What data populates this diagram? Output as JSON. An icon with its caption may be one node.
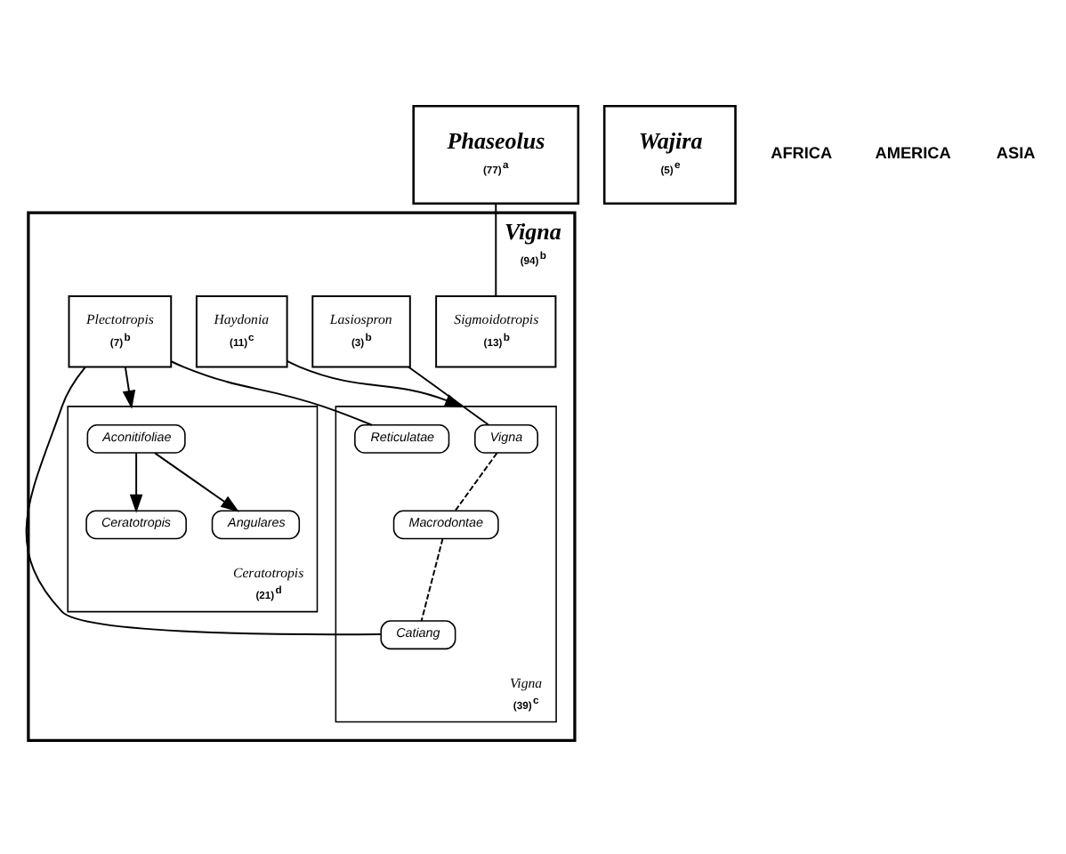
{
  "diagram": {
    "nodes": [
      {
        "text": [
          "Phaseolus",
          "(77)$^{a}$"
        ]
      },
      {
        "text": [
          "Vigna",
          "(94)$^{b}$"
        ]
      },
      {
        "text": [
          "Sigmoidotropis",
          "(13)$^{b}$"
        ],
        "in": 1
      },
      {
        "text": [
          "Lasiospron",
          "(3)$^{b}$"
        ],
        "in": 1
      },
      {
        "text": [
          "Vigna",
          "(39)$^{c}$"
        ],
        "in": 1
      },
      {
        "text": [
          "Vigna"
        ],
        "in": 4
      },
      {
        "text": [
          "Macrodontae"
        ],
        "in": 4
      },
      {
        "text": [
          "Catiang"
        ],
        "in": 4
      },
      {
        "text": [
          "Reticulatae"
        ],
        "in": 4
      },
      {
        "text": [
          "Haydonia",
          "(11)$^{c}$"
        ],
        "in": 1
      },
      {
        "text": [
          "Plectotropis",
          "(7)$^{b}$"
        ],
        "in": 1
      },
      {
        "text": [
          "Ceratotropis",
          "(21)$^{d}$"
        ],
        "in": 1
      },
      {
        "text": [
          "Aconitifoliae"
        ],
        "in": 11
      },
      {
        "text": [
          "Ceratotropis"
        ],
        "in": 11
      },
      {
        "text": [
          "Angulares"
        ],
        "in": 11
      },
      {
        "text": [
          "Wajira",
          "(5)$^{e}$"
        ]
      }
    ],
    "edges": [
      {
        "from": 0,
        "to": 2,
        "arrow": "none"
      },
      {
        "from": 3,
        "to": 5,
        "arrow": "none"
      },
      {
        "from": 5,
        "to": 6,
        "arrow": "none",
        "style": "dashed"
      },
      {
        "from": 6,
        "to": 7,
        "arrow": "none",
        "style": "dashed"
      },
      {
        "from": 9,
        "to": 4,
        "arrow": "to"
      },
      {
        "from": 10,
        "to": 7,
        "arrow": "none"
      },
      {
        "from": 10,
        "to": 8,
        "arrow": "none"
      },
      {
        "from": 10,
        "to": 11,
        "arrow": "to"
      },
      {
        "from": 12,
        "to": 13,
        "arrow": "to"
      },
      {
        "from": 12,
        "to": 14,
        "arrow": "to"
      }
    ],
    "labels": [
      "AFRICA",
      "AMERICA",
      "ASIA"
    ]
  }
}
